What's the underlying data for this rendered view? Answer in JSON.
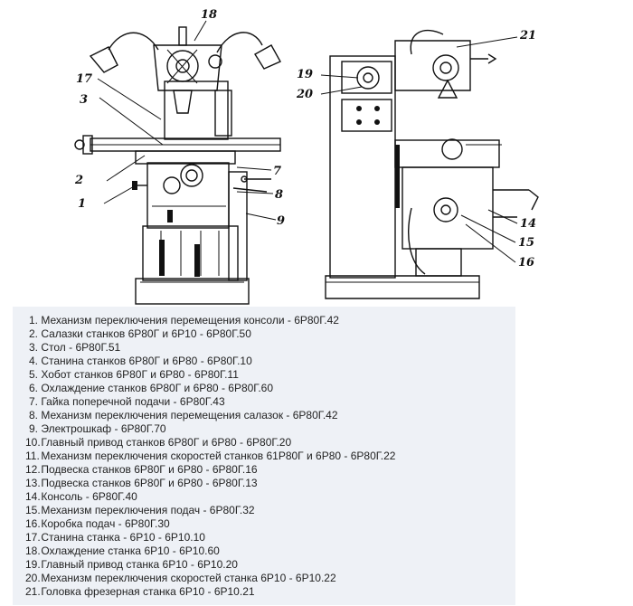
{
  "callouts": {
    "left": [
      "17",
      "3",
      "2",
      "1",
      "18",
      "7",
      "8",
      "9"
    ],
    "right": [
      "19",
      "20",
      "21",
      "14",
      "15",
      "16"
    ]
  },
  "legend": [
    {
      "num": "1.",
      "text": "Механизм переключения перемещения консоли - 6Р80Г.42"
    },
    {
      "num": "2.",
      "text": "Салазки станков 6Р80Г и 6Р10 - 6Р80Г.50"
    },
    {
      "num": "3.",
      "text": "Стол - 6Р80Г.51"
    },
    {
      "num": "4.",
      "text": "Станина станков 6Р80Г и 6Р80 - 6Р80Г.10"
    },
    {
      "num": "5.",
      "text": "Хобот станков 6Р80Г и 6Р80 - 6Р80Г.11"
    },
    {
      "num": "6.",
      "text": "Охлаждение станков 6Р80Г и 6Р80 - 6Р80Г.60"
    },
    {
      "num": "7.",
      "text": "Гайка поперечной подачи - 6Р80Г.43"
    },
    {
      "num": "8.",
      "text": "Механизм переключения перемещения салазок - 6Р80Г.42"
    },
    {
      "num": "9.",
      "text": "Электрошкаф - 6Р80Г.70"
    },
    {
      "num": "10.",
      "text": "Главный привод станков 6Р80Г и 6Р80 - 6Р80Г.20"
    },
    {
      "num": "11.",
      "text": "Механизм переключения скоростей станков 61Р80Г и 6Р80 - 6Р80Г.22"
    },
    {
      "num": "12.",
      "text": "Подвеска станков 6Р80Г и 6Р80 - 6Р80Г.16"
    },
    {
      "num": "13.",
      "text": "Подвеска станков 6Р80Г и 6Р80 - 6Р80Г.13"
    },
    {
      "num": "14.",
      "text": "Консоль - 6Р80Г.40"
    },
    {
      "num": "15.",
      "text": "Механизм переключения подач - 6Р80Г.32"
    },
    {
      "num": "16.",
      "text": "Коробка подач - 6Р80Г.30"
    },
    {
      "num": "17.",
      "text": "Станина станка - 6Р10 - 6Р10.10"
    },
    {
      "num": "18.",
      "text": "Охлаждение станка 6Р10 - 6Р10.60"
    },
    {
      "num": "19.",
      "text": "Главный привод станка 6Р10 - 6Р10.20"
    },
    {
      "num": "20.",
      "text": "Механизм переключения скоростей станка 6Р10 - 6Р10.22"
    },
    {
      "num": "21.",
      "text": "Головка фрезерная станка 6Р10 - 6Р10.21"
    }
  ]
}
